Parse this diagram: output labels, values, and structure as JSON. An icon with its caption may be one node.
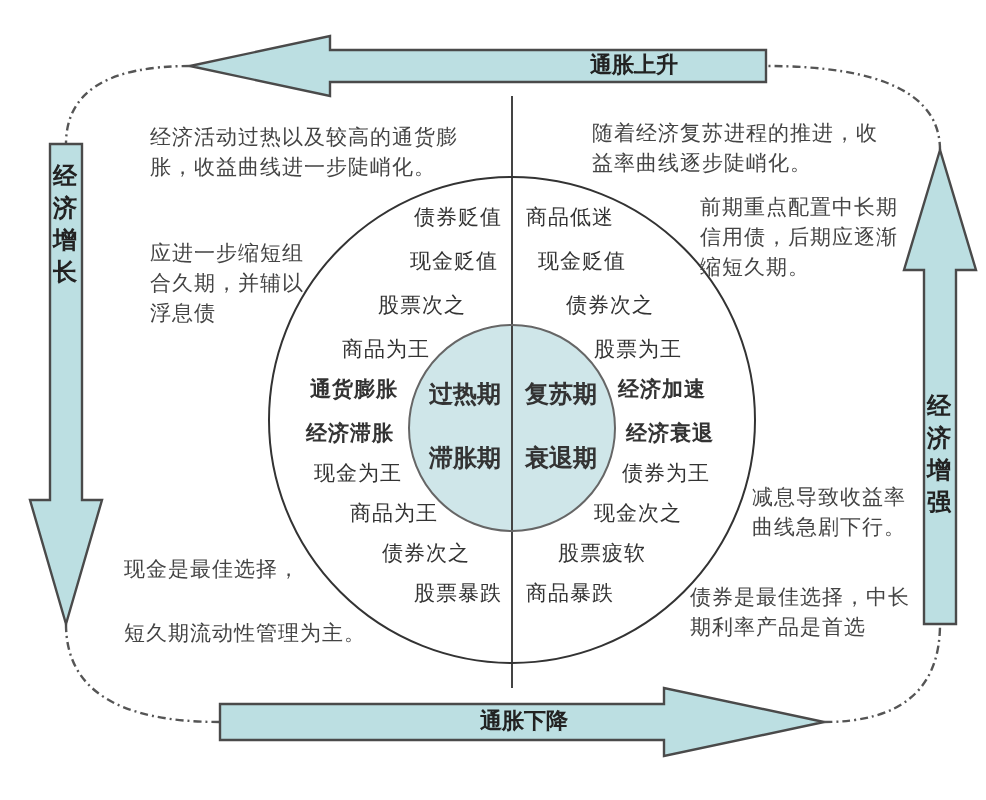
{
  "diagram": {
    "nodes": [
      {
        "text": [
          "通胀上升"
        ]
      },
      {
        "text": [
          "经济增长"
        ]
      },
      {
        "text": [
          "通胀下降"
        ]
      },
      {
        "text": [
          "经济增强"
        ]
      },
      {
        "text": [
          "债券贬值",
          "现金贬值",
          "股票次之",
          "商品为王",
          "通货膨胀",
          "商品低迷",
          "现金贬值",
          "债券次之",
          "股票为王",
          "经济加速",
          "经济滞胀",
          "现金为王",
          "商品为王",
          "债券次之",
          "股票暴跌",
          "经济衰退",
          "债券为王",
          "现金次之",
          "股票疲软",
          "商品暴跌"
        ]
      },
      {
        "text": [
          "过热期",
          "复苏期",
          "滞胀期",
          "衰退期"
        ],
        "in": 4
      }
    ],
    "edges": [
      {
        "from": 0,
        "to": 1,
        "arrow": "none"
      },
      {
        "from": 1,
        "to": 2,
        "arrow": "none"
      },
      {
        "from": 2,
        "to": 3,
        "arrow": "none"
      },
      {
        "from": 3,
        "to": 0,
        "arrow": "none"
      }
    ],
    "labels": [
      "经济活动过热以及较高的通货膨胀，收益曲线进一步陡峭化。",
      "应进一步缩短组合久期，并辅以浮息债",
      "随着经济复苏进程的推进，收益率曲线逐步陡峭化。",
      "前期重点配置中长期信用债，后期应逐渐缩短久期。",
      "现金是最佳选择，",
      "短久期流动性管理为主。",
      "减息导致收益率曲线急剧下行。",
      "债券是最佳选择，中长期利率产品是首选"
    ]
  }
}
